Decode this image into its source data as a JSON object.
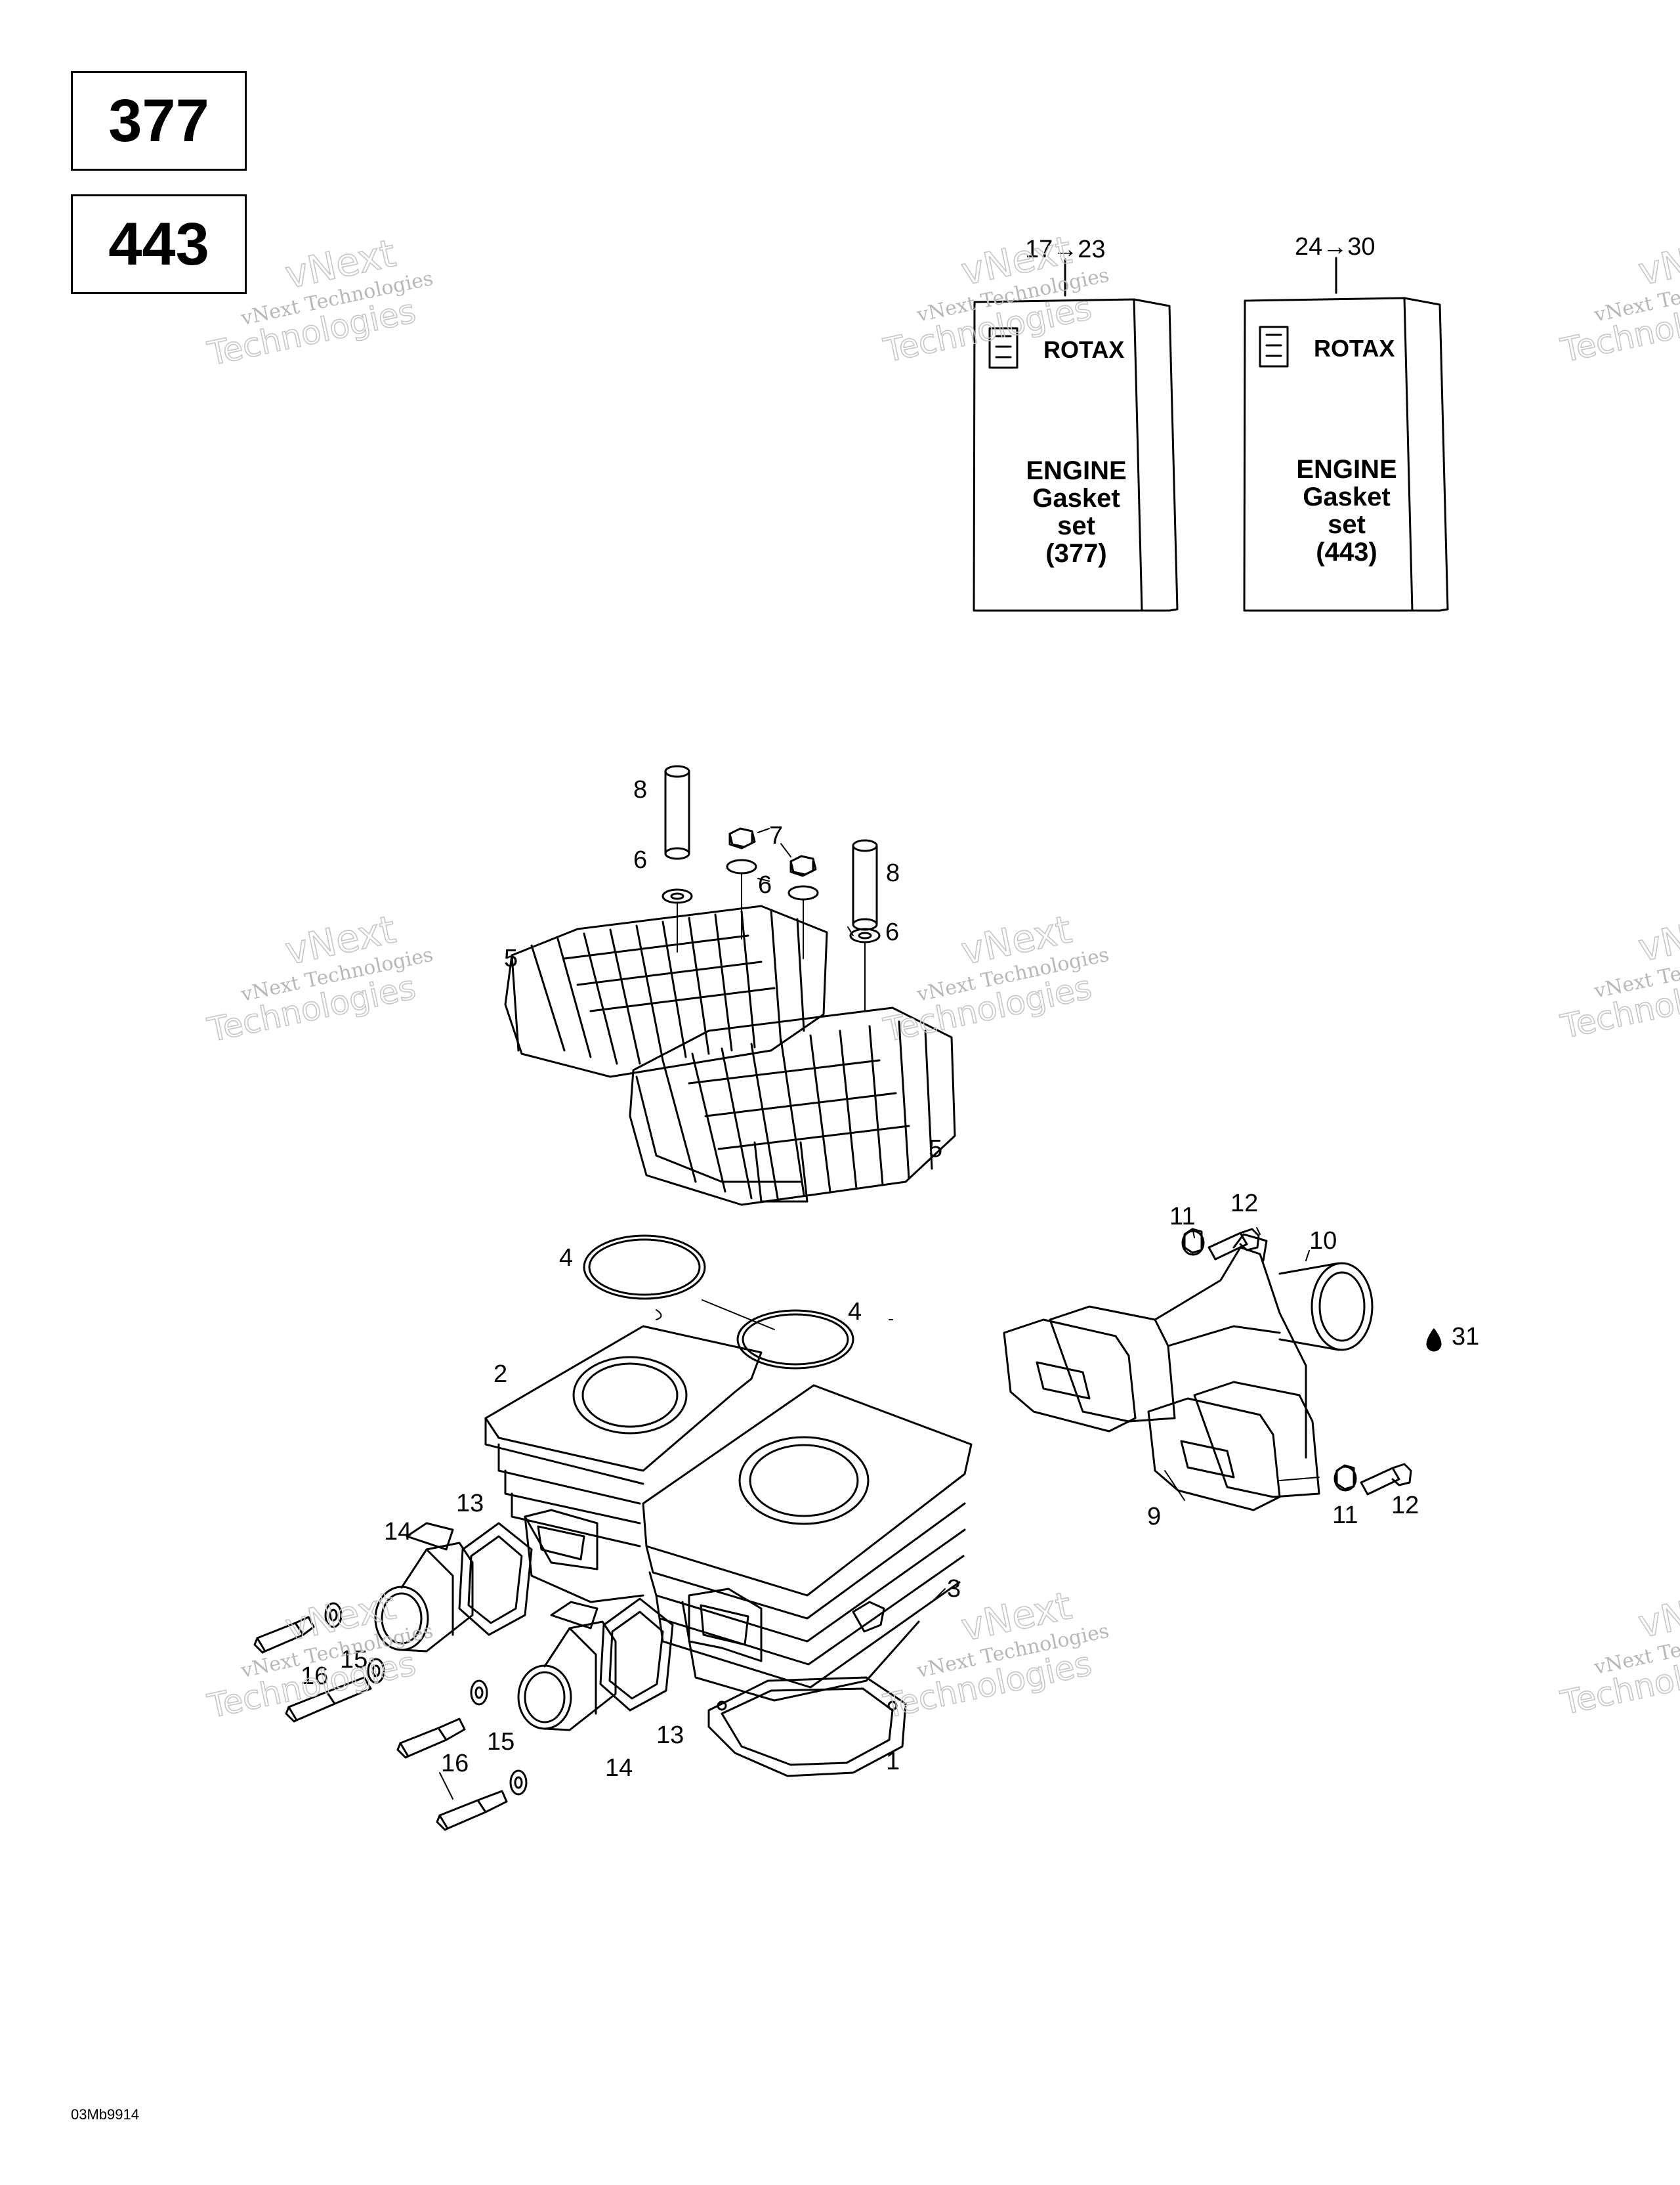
{
  "models": [
    "377",
    "443"
  ],
  "gasket_kits": [
    {
      "range": "17→23",
      "brand": "ROTAX",
      "line1": "ENGINE",
      "line2": "Gasket",
      "line3": "set",
      "line4": "(377)"
    },
    {
      "range": "24→30",
      "brand": "ROTAX",
      "line1": "ENGINE",
      "line2": "Gasket",
      "line3": "set",
      "line4": "(443)"
    }
  ],
  "callouts": {
    "c1": "1",
    "c2": "2",
    "c3": "3",
    "c4a": "4",
    "c4b": "4",
    "c5a": "5",
    "c5b": "5",
    "c6a": "6",
    "c6b": "6",
    "c6c": "6",
    "c7": "7",
    "c8a": "8",
    "c8b": "8",
    "c9": "9",
    "c10": "10",
    "c11a": "11",
    "c11b": "11",
    "c12a": "12",
    "c12b": "12",
    "c13a": "13",
    "c13b": "13",
    "c14a": "14",
    "c14b": "14",
    "c15a": "15",
    "c15b": "15",
    "c16a": "16",
    "c16b": "16",
    "c31": "31"
  },
  "watermark": {
    "line1": "vNext Technologies",
    "line2": "vNext",
    "line3": "Technologies"
  },
  "drawing_number": "03Mb9914"
}
